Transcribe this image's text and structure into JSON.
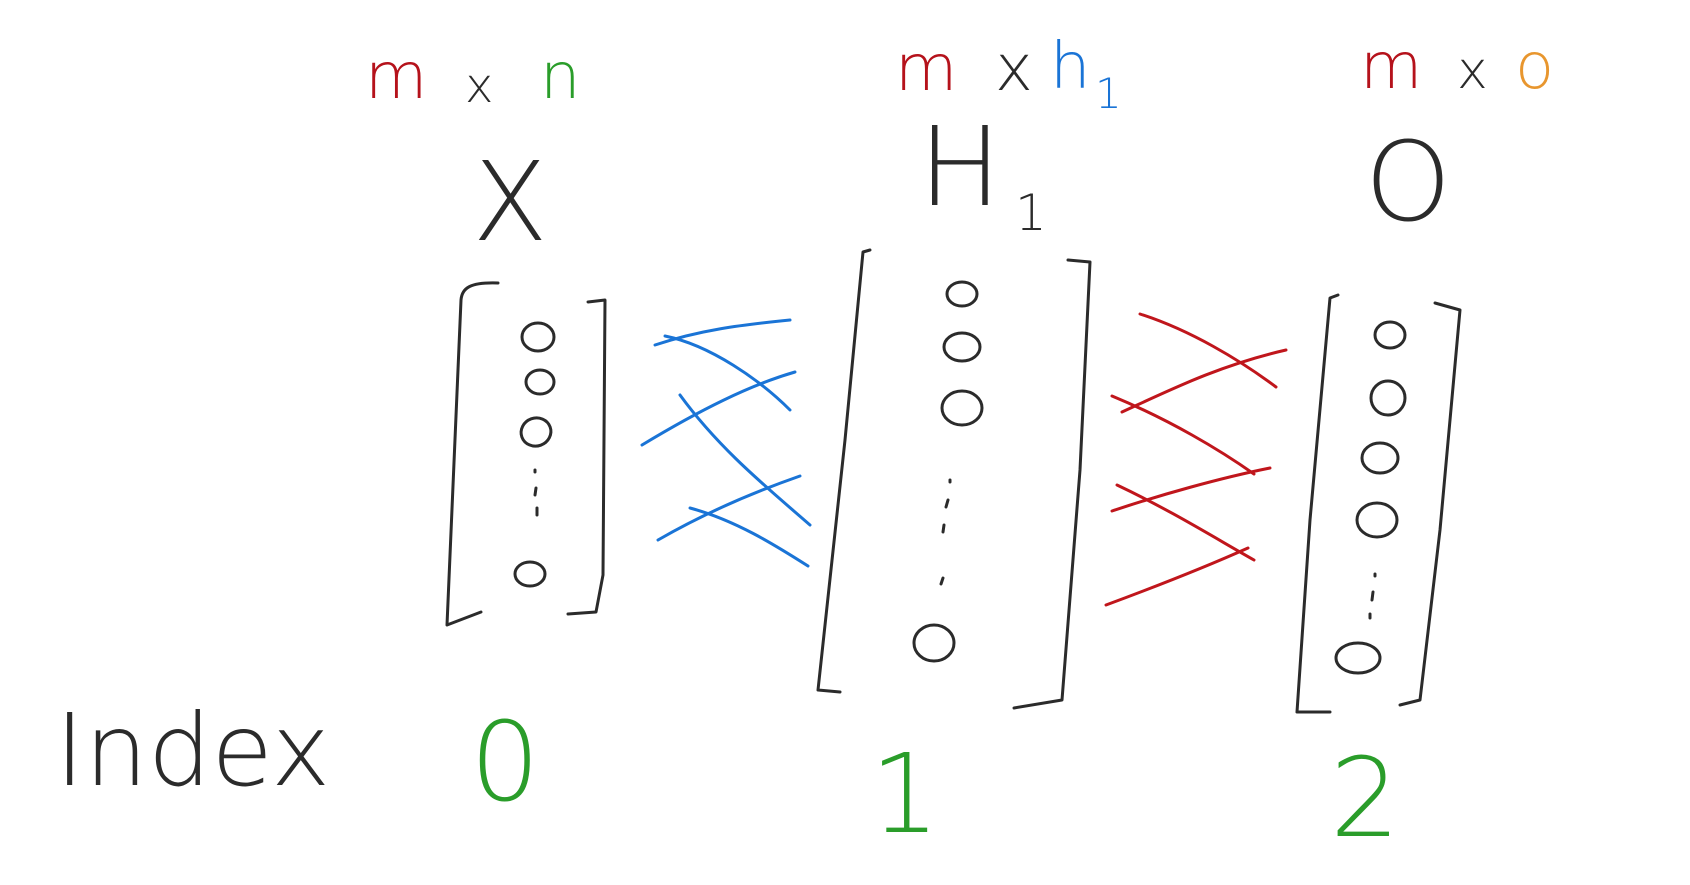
{
  "colors": {
    "ink": "#2b2b2b",
    "rows": "#b5121b",
    "input_dim": "#2a9d2a",
    "hidden_dim": "#1a74d6",
    "output_dim": "#e8962e",
    "weights_in": "#1a74d6",
    "weights_out": "#c0161c",
    "index": "#2a9d2a"
  },
  "layers": [
    {
      "dims": {
        "rows": "m",
        "times": "x",
        "cols": "n"
      },
      "symbol": "X",
      "subscript": "",
      "index": "0"
    },
    {
      "dims": {
        "rows": "m",
        "times": "x",
        "cols": "h",
        "cols_sub": "1"
      },
      "symbol": "H",
      "subscript": "1",
      "index": "1"
    },
    {
      "dims": {
        "rows": "m",
        "times": "x",
        "cols": "o"
      },
      "symbol": "O",
      "subscript": "",
      "index": "2"
    }
  ],
  "index_label": "Index"
}
